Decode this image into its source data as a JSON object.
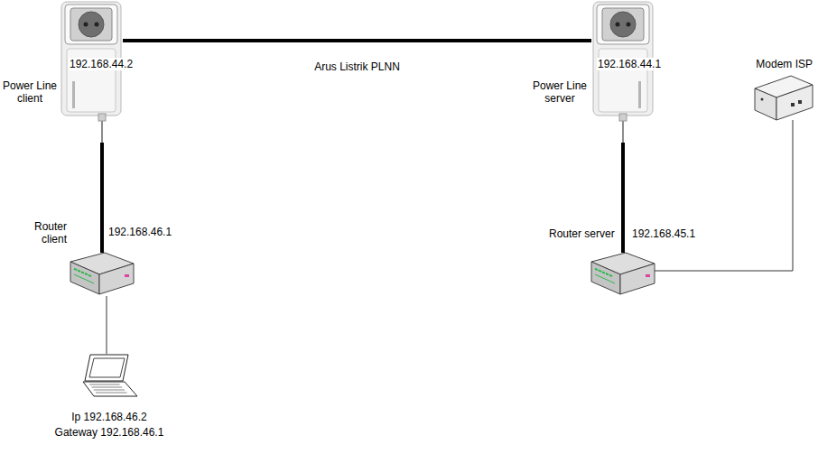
{
  "diagram": {
    "nodes": [
      {
        "text": [
          "192.168.44.2",
          "Power Line client"
        ]
      },
      {
        "text": [
          "192.168.44.1",
          "Power Line server"
        ]
      },
      {
        "text": [
          "Modem ISP"
        ]
      },
      {
        "text": [
          "Router client",
          "192.168.46.1"
        ]
      },
      {
        "text": [
          "Router server",
          "192.168.45.1"
        ]
      },
      {
        "text": [
          "Ip 192.168.46.2",
          "Gateway 192.168.46.1"
        ]
      }
    ],
    "edges": [
      {
        "from": 0,
        "to": 1,
        "arrow": "none",
        "label": "Arus Listrik PLNN"
      },
      {
        "from": 0,
        "to": 3,
        "arrow": "none"
      },
      {
        "from": 1,
        "to": 4,
        "arrow": "none"
      },
      {
        "from": 3,
        "to": 5,
        "arrow": "none"
      },
      {
        "from": 4,
        "to": 2,
        "arrow": "none"
      }
    ]
  }
}
